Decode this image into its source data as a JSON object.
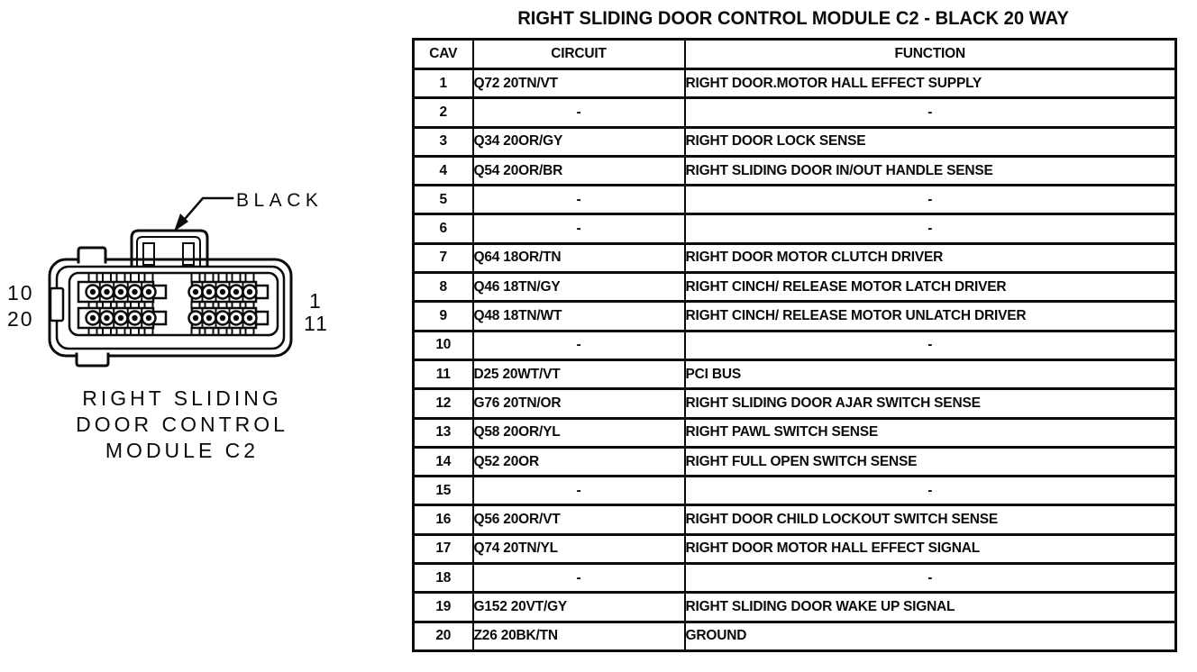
{
  "page": {
    "background": "#ffffff",
    "ink": "#0b0b0b"
  },
  "table": {
    "title": "RIGHT SLIDING DOOR CONTROL MODULE C2 - BLACK 20 WAY",
    "headers": [
      "CAV",
      "CIRCUIT",
      "FUNCTION"
    ],
    "rows": [
      {
        "cav": "1",
        "circuit": "Q72 20TN/VT",
        "function": "RIGHT DOOR.MOTOR HALL EFFECT SUPPLY"
      },
      {
        "cav": "2",
        "circuit": "-",
        "function": "-"
      },
      {
        "cav": "3",
        "circuit": "Q34 20OR/GY",
        "function": "RIGHT DOOR LOCK SENSE"
      },
      {
        "cav": "4",
        "circuit": "Q54 20OR/BR",
        "function": "RIGHT SLIDING DOOR IN/OUT HANDLE SENSE"
      },
      {
        "cav": "5",
        "circuit": "-",
        "function": "-"
      },
      {
        "cav": "6",
        "circuit": "-",
        "function": "-"
      },
      {
        "cav": "7",
        "circuit": "Q64 18OR/TN",
        "function": "RIGHT DOOR MOTOR CLUTCH DRIVER"
      },
      {
        "cav": "8",
        "circuit": "Q46 18TN/GY",
        "function": "RIGHT CINCH/ RELEASE MOTOR LATCH DRIVER"
      },
      {
        "cav": "9",
        "circuit": "Q48 18TN/WT",
        "function": "RIGHT CINCH/ RELEASE MOTOR UNLATCH DRIVER"
      },
      {
        "cav": "10",
        "circuit": "-",
        "function": "-"
      },
      {
        "cav": "11",
        "circuit": "D25 20WT/VT",
        "function": "PCI BUS"
      },
      {
        "cav": "12",
        "circuit": "G76 20TN/OR",
        "function": "RIGHT SLIDING DOOR AJAR SWITCH SENSE"
      },
      {
        "cav": "13",
        "circuit": "Q58 20OR/YL",
        "function": "RIGHT PAWL SWITCH SENSE"
      },
      {
        "cav": "14",
        "circuit": "Q52 20OR",
        "function": "RIGHT FULL OPEN SWITCH SENSE"
      },
      {
        "cav": "15",
        "circuit": "-",
        "function": "-"
      },
      {
        "cav": "16",
        "circuit": "Q56 20OR/VT",
        "function": "RIGHT DOOR CHILD LOCKOUT SWITCH SENSE"
      },
      {
        "cav": "17",
        "circuit": "Q74 20TN/YL",
        "function": "RIGHT DOOR MOTOR HALL EFFECT SIGNAL"
      },
      {
        "cav": "18",
        "circuit": "-",
        "function": "-"
      },
      {
        "cav": "19",
        "circuit": "G152 20VT/GY",
        "function": "RIGHT SLIDING DOOR WAKE UP SIGNAL"
      },
      {
        "cav": "20",
        "circuit": "Z26 20BK/TN",
        "function": "GROUND"
      }
    ]
  },
  "connector": {
    "color_label": "BLACK",
    "pin_top_left": "10",
    "pin_bottom_left": "20",
    "pin_top_right": "1",
    "pin_bottom_right": "11",
    "caption": [
      "RIGHT SLIDING",
      "DOOR CONTROL",
      "MODULE C2"
    ]
  }
}
